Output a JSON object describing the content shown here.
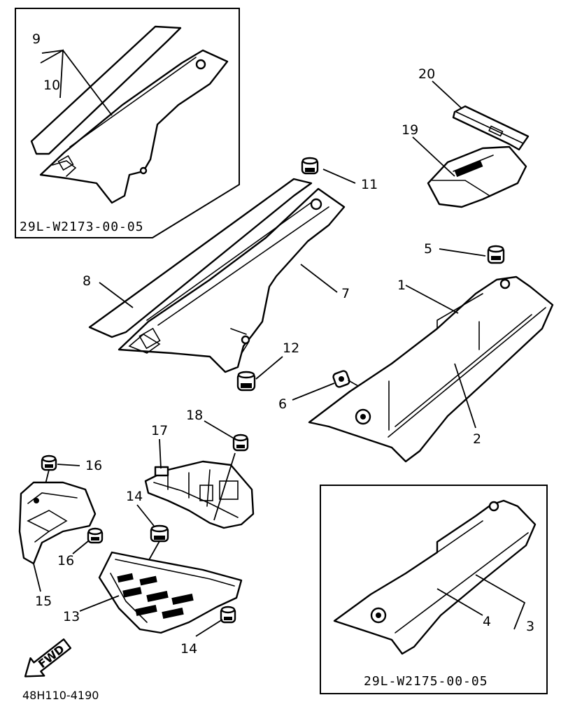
{
  "inset_codes": {
    "top_left": "29L-W2173-00-05",
    "bottom_right": "29L-W2175-00-05"
  },
  "reference": "48H110-4190",
  "fwd_label": "FWD",
  "callouts": {
    "c1": "1",
    "c2": "2",
    "c3": "3",
    "c4": "4",
    "c5": "5",
    "c6": "6",
    "c7": "7",
    "c8": "8",
    "c9": "9",
    "c10": "10",
    "c11": "11",
    "c12": "12",
    "c13": "13",
    "c14a": "14",
    "c14b": "14",
    "c15": "15",
    "c16a": "16",
    "c16b": "16",
    "c17": "17",
    "c18": "18",
    "c19": "19",
    "c20": "20"
  }
}
